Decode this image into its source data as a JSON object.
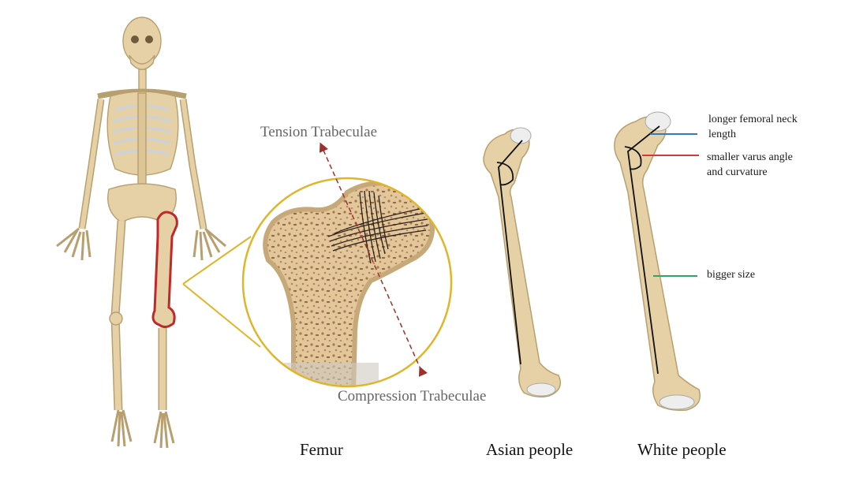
{
  "labels": {
    "tension": "Tension Trabeculae",
    "compression": "Compression Trabeculae",
    "femur": "Femur",
    "asian": "Asian people",
    "white": "White people",
    "neck_length_1": "longer femoral neck",
    "neck_length_2": "length",
    "varus_1": "smaller varus angle",
    "varus_2": "and curvature",
    "size": "bigger size"
  },
  "colors": {
    "bone": "#e6d1a6",
    "bone_outline": "#b89f6f",
    "highlight_femur": "#c0282a",
    "zoom_circle": "#e0b52a",
    "trabecular_dots": "#9a7752",
    "neck_length_line": "#2f7dc0",
    "varus_line": "#d23a3a",
    "size_line": "#2aa56b",
    "arrow": "#a0302c"
  },
  "icons": [
    "skeleton-icon",
    "femur-cross-section-icon",
    "asian-femur-icon",
    "white-femur-icon"
  ]
}
